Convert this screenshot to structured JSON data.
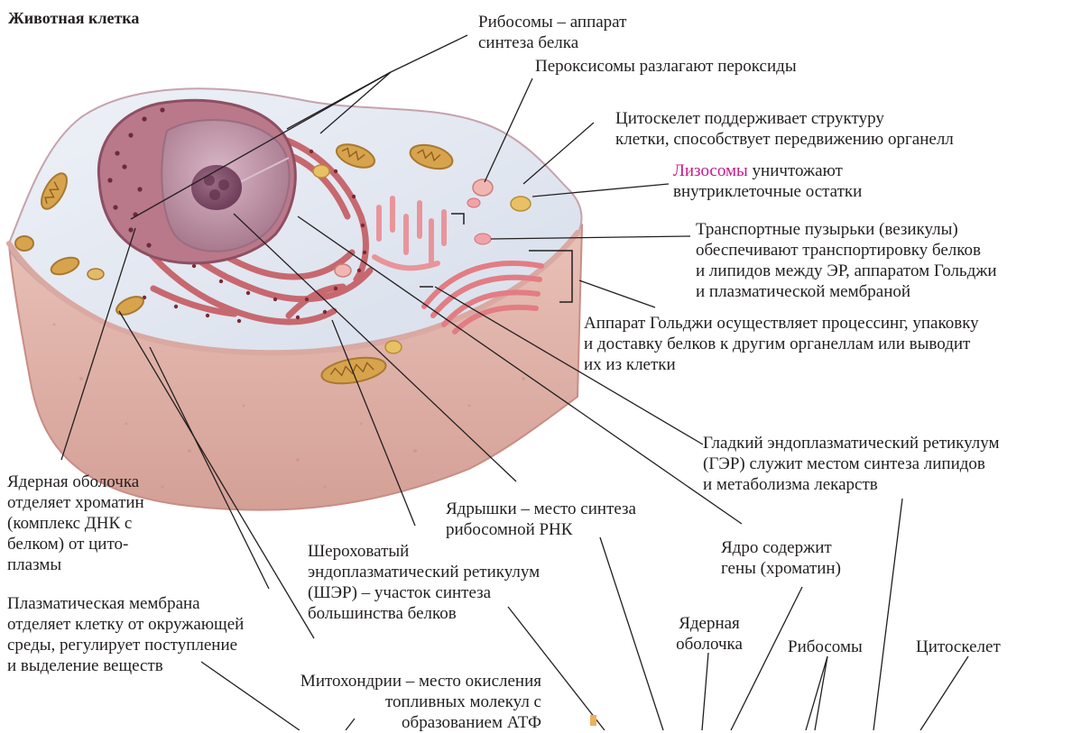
{
  "title": "Животная клетка",
  "colors": {
    "highlight": "#c8198a",
    "cytoplasm": "#dde4ef",
    "membrane": "#d9a9a2",
    "nucleus": "#b88ba0",
    "mitochondria": "#d7a44d",
    "er": "#c7686f"
  },
  "labels": {
    "ribosomes": {
      "lines": [
        "Рибосомы – аппарат",
        "синтеза белка"
      ]
    },
    "peroxisomes": {
      "lines": [
        "Пероксисомы разлагают пероксиды"
      ]
    },
    "cytoskeleton": {
      "lines": [
        "Цитоскелет поддерживает структуру",
        "клетки, способствует передвижению органелл"
      ]
    },
    "lysosomes": {
      "name": "Лизосомы",
      "rest": " уничтожают",
      "line2": "внутриклеточные остатки"
    },
    "vesicles": {
      "lines": [
        "Транспортные пузырьки (везикулы)",
        "обеспечивают транспортировку белков",
        "и липидов между ЭР, аппаратом Гольджи",
        "и плазматической мембраной"
      ]
    },
    "golgi": {
      "lines": [
        "Аппарат Гольджи осуществляет процессинг, упаковку",
        "и доставку белков к другим органеллам или выводит",
        "их из клетки"
      ]
    },
    "smooth_er": {
      "lines": [
        "Гладкий эндоплазматический ретикулум",
        "(ГЭР) служит местом синтеза липидов",
        "и метаболизма лекарств"
      ]
    },
    "nuclear_envelope": {
      "lines": [
        "Ядерная оболочка",
        "отделяет хроматин",
        "(комплекс ДНК с",
        "белком) от цито-",
        "плазмы"
      ]
    },
    "nucleoli": {
      "lines": [
        "Ядрышки – место синтеза",
        "рибосомной РНК"
      ]
    },
    "rough_er": {
      "lines": [
        "Шероховатый",
        "эндоплазматический ретикулум",
        "(ШЭР) – участок синтеза",
        "большинства белков"
      ]
    },
    "nucleus": {
      "lines": [
        "Ядро содержит",
        "гены (хроматин)"
      ]
    },
    "plasma_membrane": {
      "lines": [
        "Плазматическая мембрана",
        "отделяет клетку от окружающей",
        "среды, регулирует поступление",
        "и выделение веществ"
      ]
    },
    "mitochondria": {
      "lines": [
        "Митохондрии – место окисления",
        "топливных молекул с",
        "образованием АТФ"
      ]
    },
    "nuclear_envelope_short": {
      "lines": [
        "Ядерная",
        "оболочка"
      ]
    },
    "ribosomes_short": {
      "lines": [
        "Рибосомы"
      ]
    },
    "cytoskeleton_short": {
      "lines": [
        "Цитоскелет"
      ]
    }
  }
}
